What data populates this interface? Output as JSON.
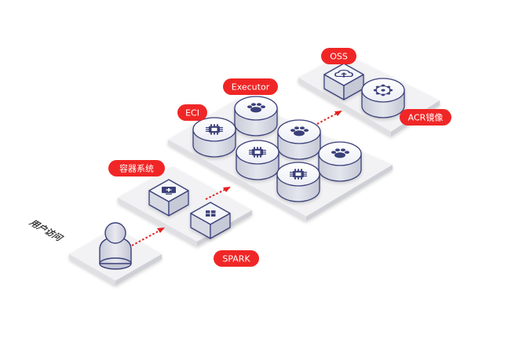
{
  "labels": {
    "oss": "OSS",
    "executor": "Executor",
    "eci": "ECI",
    "acr": "ACR镜像",
    "container": "容器系统",
    "spark": "SPARK",
    "user_access": "用户访问"
  },
  "colors": {
    "badge": "#f02626",
    "arrow": "#e52020",
    "platform_top": "#f2f2f4",
    "platform_left": "#e0e0e4",
    "platform_right": "#d4d4da",
    "node_icon": "#3b3f7a"
  },
  "icons": {
    "cpu": "cpu-chip-icon",
    "paw": "paw-icon",
    "cloud": "cloud-upload-icon",
    "network": "network-nodes-icon",
    "grid": "app-grid-icon",
    "monitor": "monitor-plus-icon",
    "user": "user-silhouette-icon"
  }
}
